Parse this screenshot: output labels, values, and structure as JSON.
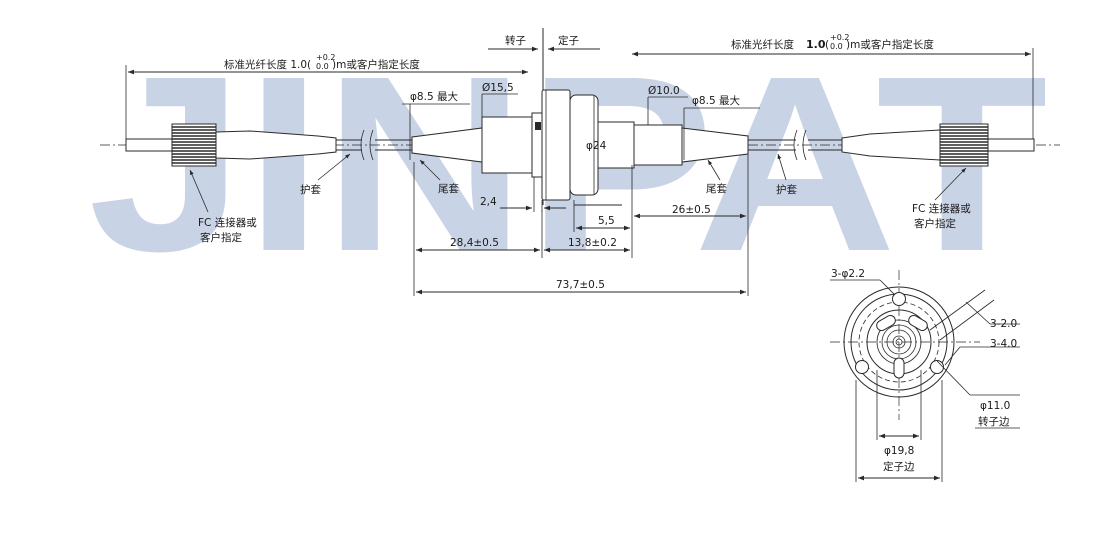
{
  "watermark": "JINPAT",
  "labels": {
    "rotor": "转子",
    "stator": "定子",
    "fiber_length_left_prefix": "标准光纤长度 1.0(",
    "fiber_length_right_prefix": "标准光纤长度 ",
    "fiber_length_right_value": "1.0",
    "fiber_length_right_open": "(",
    "tol_plus": "+0.2",
    "tol_zero": "0.0",
    "fiber_length_suffix": ")m或客户指定长度",
    "max_left": "φ8.5 最大",
    "max_right": "φ8.5 最大",
    "d15": "Ø15,5",
    "d10": "Ø10.0",
    "d24": "φ24",
    "tail_left": "尾套",
    "tail_right": "尾套",
    "guard_left": "护套",
    "guard_right": "护套",
    "fc_left_1": "FC 连接器或",
    "fc_left_2": "客户指定",
    "fc_right_1": "FC 连接器或",
    "fc_right_2": "客户指定",
    "dim_2_4": "2,4",
    "dim_5_5": "5,5",
    "dim_26": "26±0.5",
    "dim_28_4": "28,4±0.5",
    "dim_13_8": "13,8±0.2",
    "dim_73_7": "73,7±0.5",
    "holes": "3-φ2.2",
    "slot_2": "3-2.0",
    "slot_4": "3-4.0",
    "d11": "φ11.0",
    "rotor_side": "转子边",
    "d19": "φ19,8",
    "stator_side": "定子边"
  }
}
